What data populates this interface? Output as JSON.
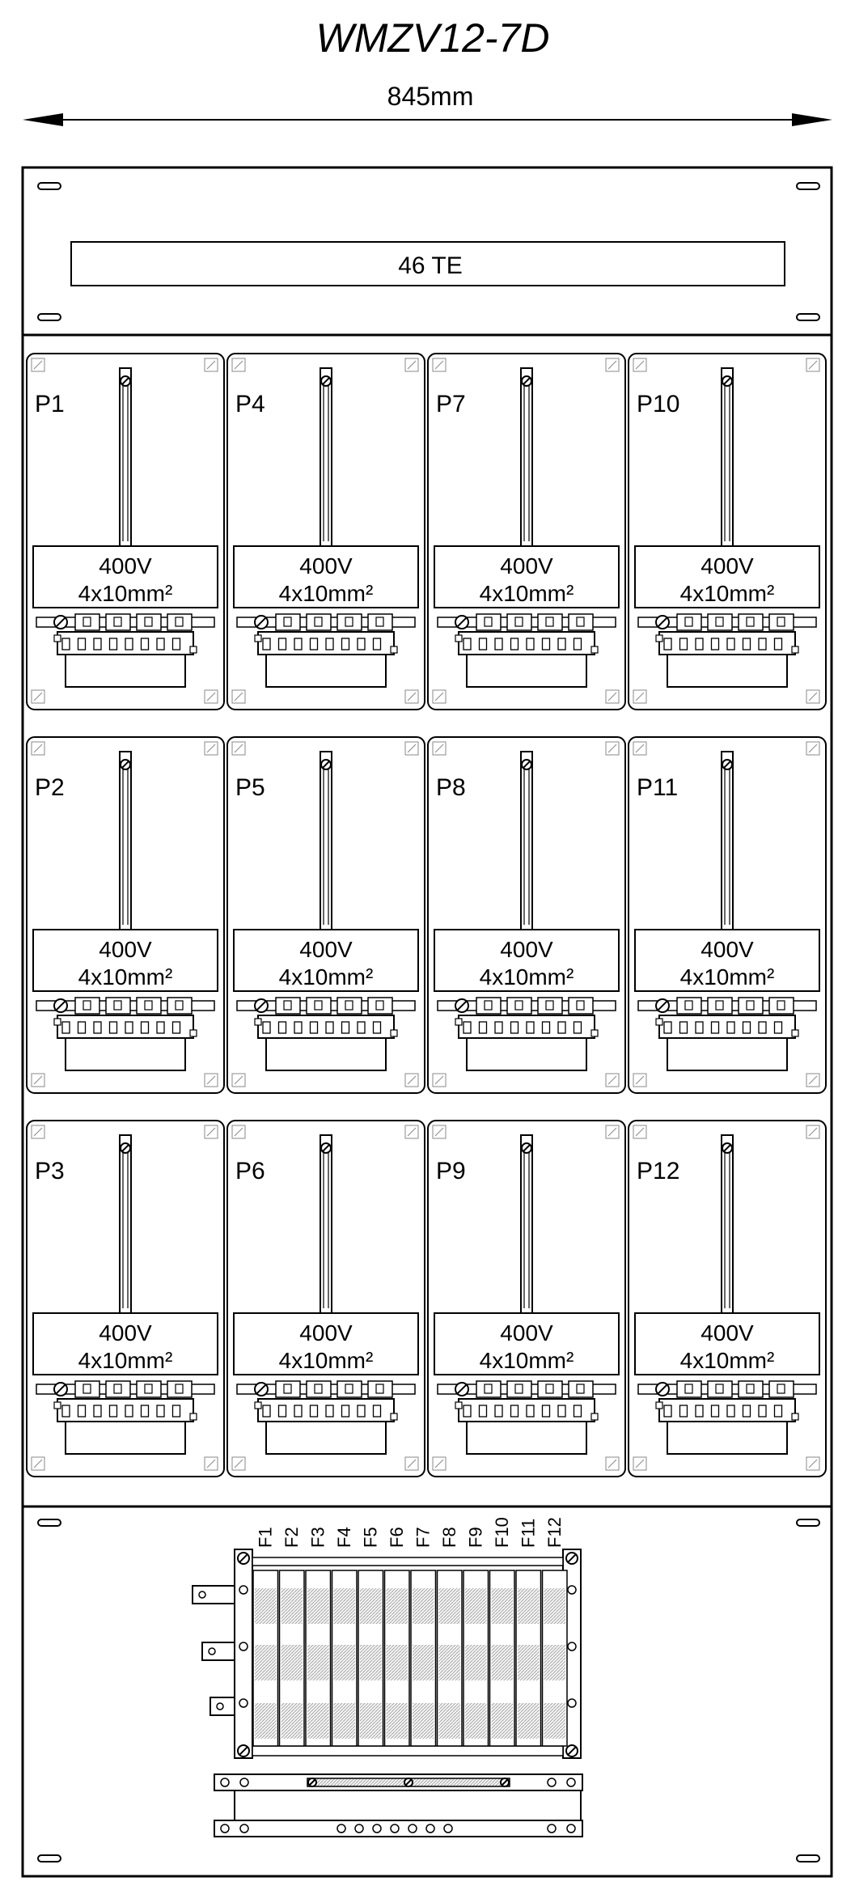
{
  "title": "WMZV12-7D",
  "width_label": "845mm",
  "top_panel": {
    "label": "46 TE"
  },
  "meter_slots": [
    {
      "id": "P1",
      "voltage": "400V",
      "terminal": "4x10mm²"
    },
    {
      "id": "P4",
      "voltage": "400V",
      "terminal": "4x10mm²"
    },
    {
      "id": "P7",
      "voltage": "400V",
      "terminal": "4x10mm²"
    },
    {
      "id": "P10",
      "voltage": "400V",
      "terminal": "4x10mm²"
    },
    {
      "id": "P2",
      "voltage": "400V",
      "terminal": "4x10mm²"
    },
    {
      "id": "P5",
      "voltage": "400V",
      "terminal": "4x10mm²"
    },
    {
      "id": "P8",
      "voltage": "400V",
      "terminal": "4x10mm²"
    },
    {
      "id": "P11",
      "voltage": "400V",
      "terminal": "4x10mm²"
    },
    {
      "id": "P3",
      "voltage": "400V",
      "terminal": "4x10mm²"
    },
    {
      "id": "P6",
      "voltage": "400V",
      "terminal": "4x10mm²"
    },
    {
      "id": "P9",
      "voltage": "400V",
      "terminal": "4x10mm²"
    },
    {
      "id": "P12",
      "voltage": "400V",
      "terminal": "4x10mm²"
    }
  ],
  "fuses": [
    "F1",
    "F2",
    "F3",
    "F4",
    "F5",
    "F6",
    "F7",
    "F8",
    "F9",
    "F10",
    "F11",
    "F12"
  ]
}
